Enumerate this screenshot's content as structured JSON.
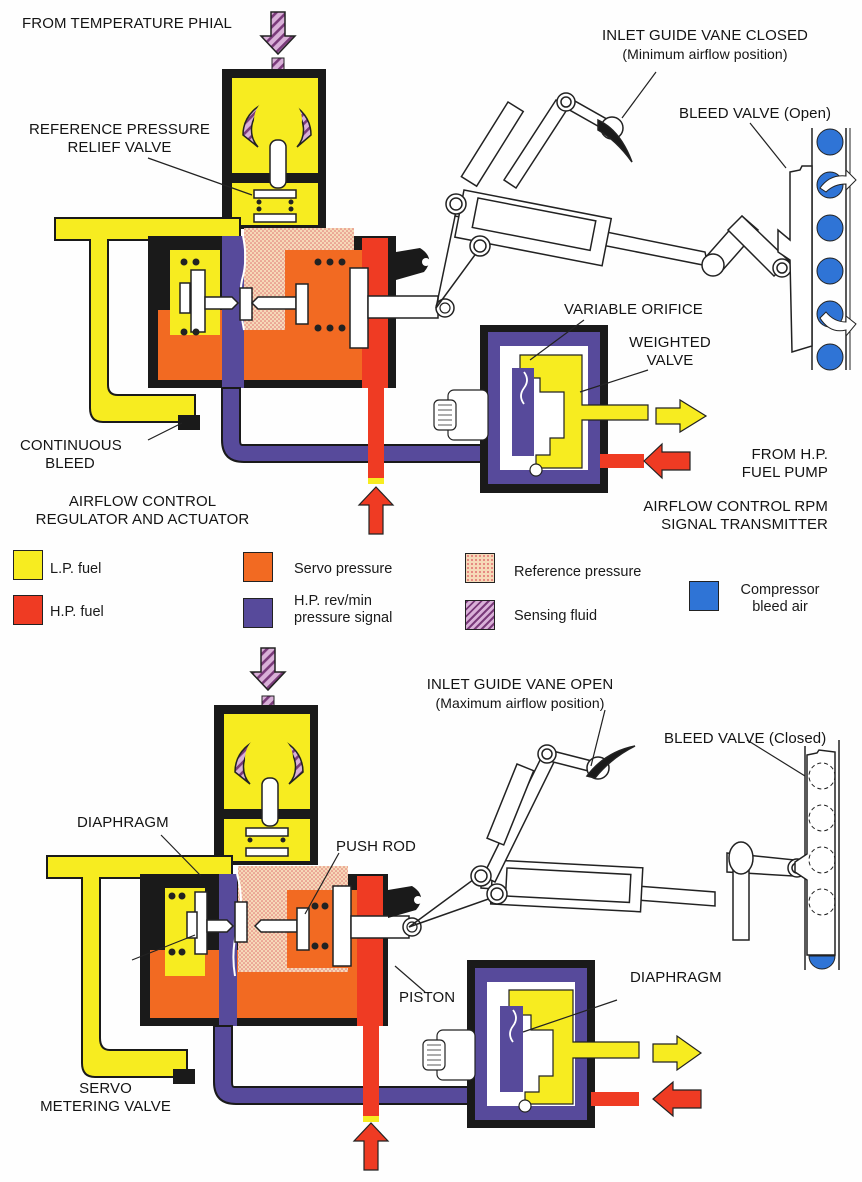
{
  "colors": {
    "lp_fuel": "#f7ec20",
    "hp_fuel": "#ef3b23",
    "servo_pressure": "#f26a22",
    "hp_revmin_signal": "#574a9b",
    "reference_pressure": "#f6d9b8",
    "reference_dots": "#e07070",
    "sensing_fluid": "#d9b0d8",
    "sensing_stripe": "#7a3a7a",
    "compressor_bleed_air": "#2f74d6",
    "outline": "#1a1a1a"
  },
  "top_diagram": {
    "labels": {
      "from_temperature_phial": "FROM TEMPERATURE PHIAL",
      "reference_relief_line1": "REFERENCE PRESSURE",
      "reference_relief_line2": "RELIEF VALVE",
      "igv_closed_line1": "INLET GUIDE VANE CLOSED",
      "igv_closed_line2": "(Minimum airflow position)",
      "bleed_valve_open": "BLEED VALVE (Open)",
      "variable_orifice": "VARIABLE ORIFICE",
      "weighted_valve_line1": "WEIGHTED",
      "weighted_valve_line2": "VALVE",
      "continuous_bleed_line1": "CONTINUOUS",
      "continuous_bleed_line2": "BLEED",
      "from_hp_pump_line1": "FROM H.P.",
      "from_hp_pump_line2": "FUEL PUMP",
      "regulator_line1": "AIRFLOW CONTROL",
      "regulator_line2": "REGULATOR AND ACTUATOR",
      "transmitter_line1": "AIRFLOW CONTROL RPM",
      "transmitter_line2": "SIGNAL TRANSMITTER"
    }
  },
  "legend": {
    "items": [
      {
        "key": "lp_fuel",
        "label": "L.P. fuel"
      },
      {
        "key": "hp_fuel",
        "label": "H.P. fuel"
      },
      {
        "key": "servo_pressure",
        "label": "Servo pressure"
      },
      {
        "key": "hp_revmin_signal",
        "label_line1": "H.P. rev/min",
        "label_line2": "pressure signal"
      },
      {
        "key": "reference_pressure",
        "label": "Reference pressure"
      },
      {
        "key": "sensing_fluid",
        "label": "Sensing fluid"
      },
      {
        "key": "compressor_bleed_air",
        "label_line1": "Compressor",
        "label_line2": "bleed air"
      }
    ]
  },
  "bottom_diagram": {
    "labels": {
      "igv_open_line1": "INLET GUIDE VANE OPEN",
      "igv_open_line2": "(Maximum airflow position)",
      "bleed_valve_closed": "BLEED VALVE (Closed)",
      "diaphragm_left": "DIAPHRAGM",
      "push_rod": "PUSH ROD",
      "piston": "PISTON",
      "diaphragm_right": "DIAPHRAGM",
      "servo_valve_line1": "SERVO",
      "servo_valve_line2": "METERING VALVE"
    }
  }
}
